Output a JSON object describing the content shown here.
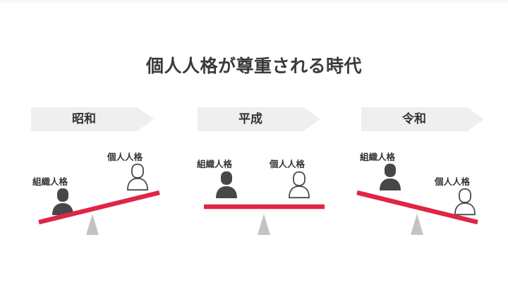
{
  "slide": {
    "title": "個人人格が尊重される時代",
    "background_color": "#ffffff",
    "title_color": "#3a3a3a"
  },
  "colors": {
    "banner_bg": "#efefef",
    "banner_text": "#333333",
    "beam_red": "#e02545",
    "fulcrum_gray": "#c3c3c3",
    "person_solid": "#474747",
    "person_outline": "#4a4a4a",
    "label_text": "#333333"
  },
  "panels": [
    {
      "era": "昭和",
      "left_label": "組織人格",
      "right_label": "個人人格",
      "left_icon": "person-solid-icon",
      "right_icon": "person-outline-icon",
      "tilt": "left-down",
      "balance_state": "organization-heavier"
    },
    {
      "era": "平成",
      "left_label": "組織人格",
      "right_label": "個人人格",
      "left_icon": "person-solid-icon",
      "right_icon": "person-outline-icon",
      "tilt": "level",
      "balance_state": "balanced"
    },
    {
      "era": "令和",
      "left_label": "組織人格",
      "right_label": "個人人格",
      "left_icon": "person-solid-icon",
      "right_icon": "person-outline-icon",
      "tilt": "right-down",
      "balance_state": "individual-heavier"
    }
  ]
}
